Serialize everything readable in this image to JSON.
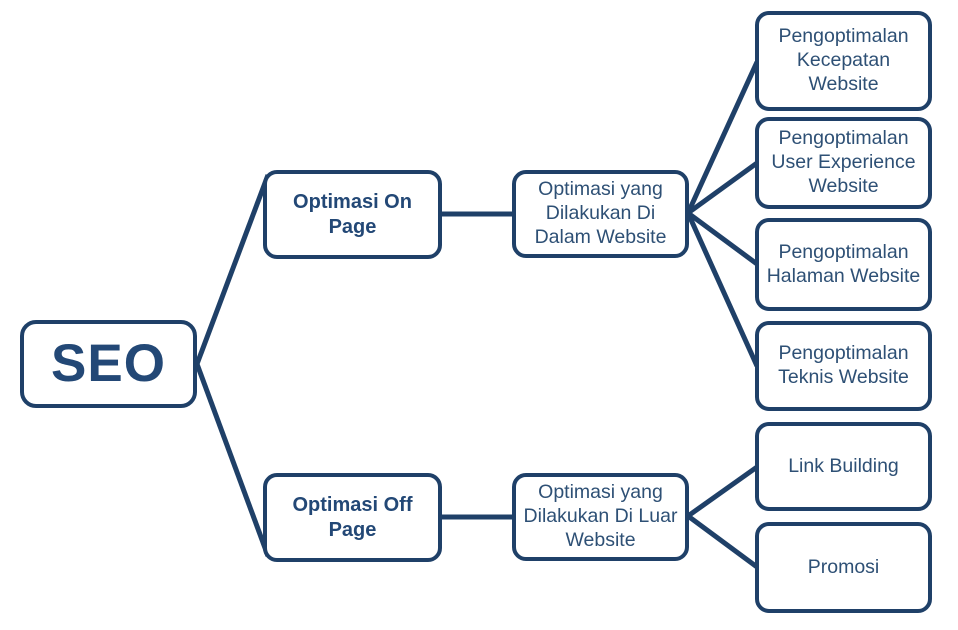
{
  "diagram": {
    "title_node": "SEO",
    "accent_color": "#1f4068",
    "text_color": "#2e5075",
    "background": "#ffffff",
    "branches": [
      {
        "id": "on-page",
        "label": "Optimasi On Page",
        "detail": "Optimasi yang Dilakukan Di Dalam Website",
        "children": [
          "Pengoptimalan Kecepatan Website",
          "Pengoptimalan User Experience Website",
          "Pengoptimalan Halaman Website",
          "Pengoptimalan Teknis Website"
        ]
      },
      {
        "id": "off-page",
        "label": "Optimasi Off Page",
        "detail": "Optimasi yang Dilakukan Di Luar Website",
        "children": [
          "Link Building",
          "Promosi"
        ]
      }
    ]
  },
  "nodes": {
    "root": "SEO",
    "on_page": "Optimasi On Page",
    "off_page": "Optimasi Off Page",
    "in_website": "Optimasi yang Dilakukan Di Dalam Website",
    "out_website": "Optimasi yang Dilakukan Di Luar Website",
    "leaf_speed": "Pengoptimalan Kecepatan Website",
    "leaf_ux": "Pengoptimalan User Experience Website",
    "leaf_page": "Pengoptimalan Halaman Website",
    "leaf_technical": "Pengoptimalan Teknis Website",
    "leaf_link_building": "Link Building",
    "leaf_promosi": "Promosi"
  }
}
